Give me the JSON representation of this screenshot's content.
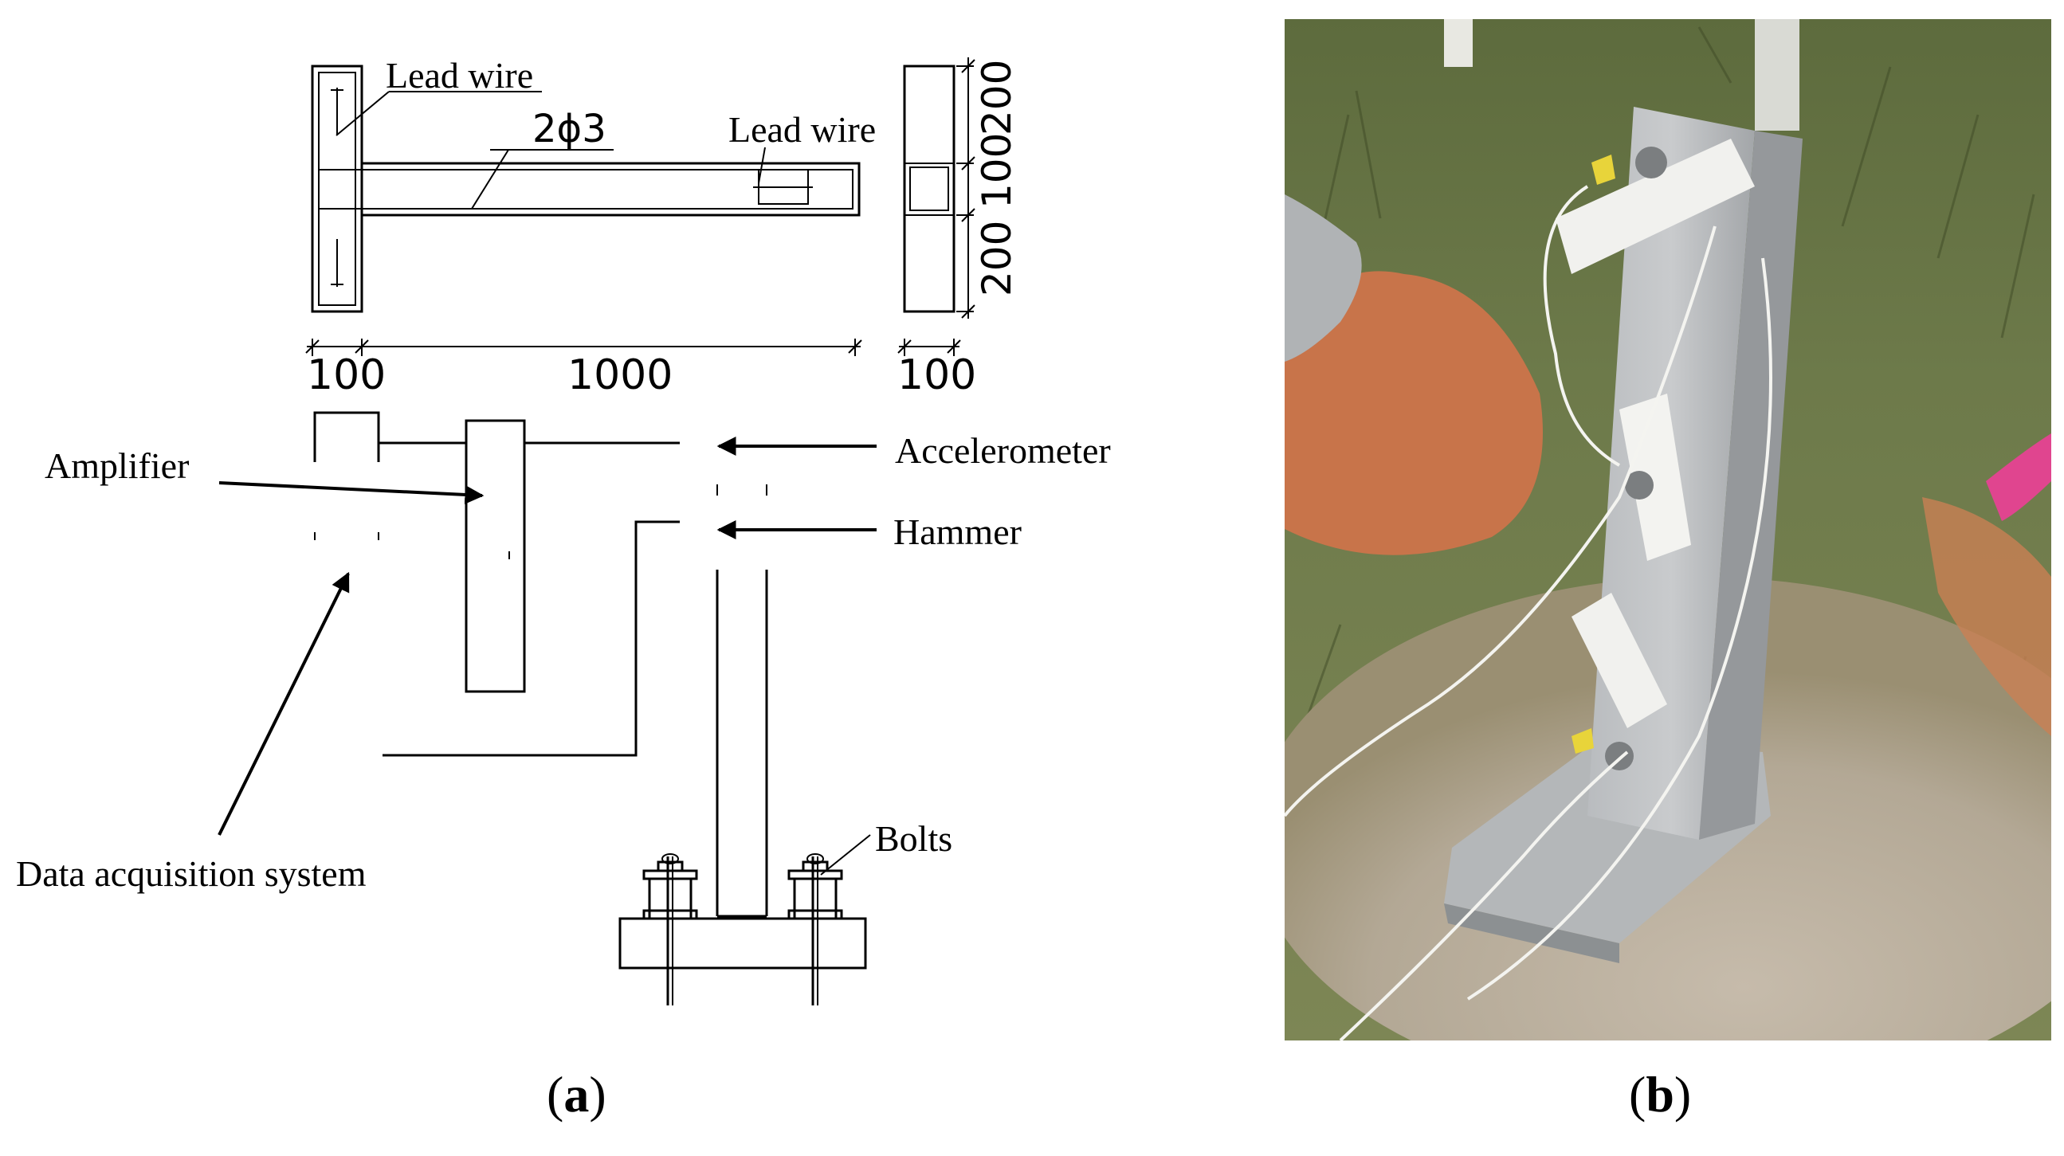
{
  "panel_a": {
    "labels": {
      "lead_wire_left": "Lead wire",
      "rebar": "2ϕ3",
      "lead_wire_right": "Lead wire",
      "amplifier": "Amplifier",
      "accelerometer": "Accelerometer",
      "hammer": "Hammer",
      "data_acquisition": "Data acquisition system",
      "bolts": "Bolts"
    },
    "dimensions": {
      "flange_width": "100",
      "web_length": "1000",
      "section_width": "100",
      "section_top": "200",
      "section_middle": "100",
      "section_bottom": "200"
    },
    "caption": {
      "open": "(",
      "letter": "a",
      "close": ")"
    }
  },
  "panel_b": {
    "caption": {
      "open": "(",
      "letter": "b",
      "close": ")"
    }
  }
}
